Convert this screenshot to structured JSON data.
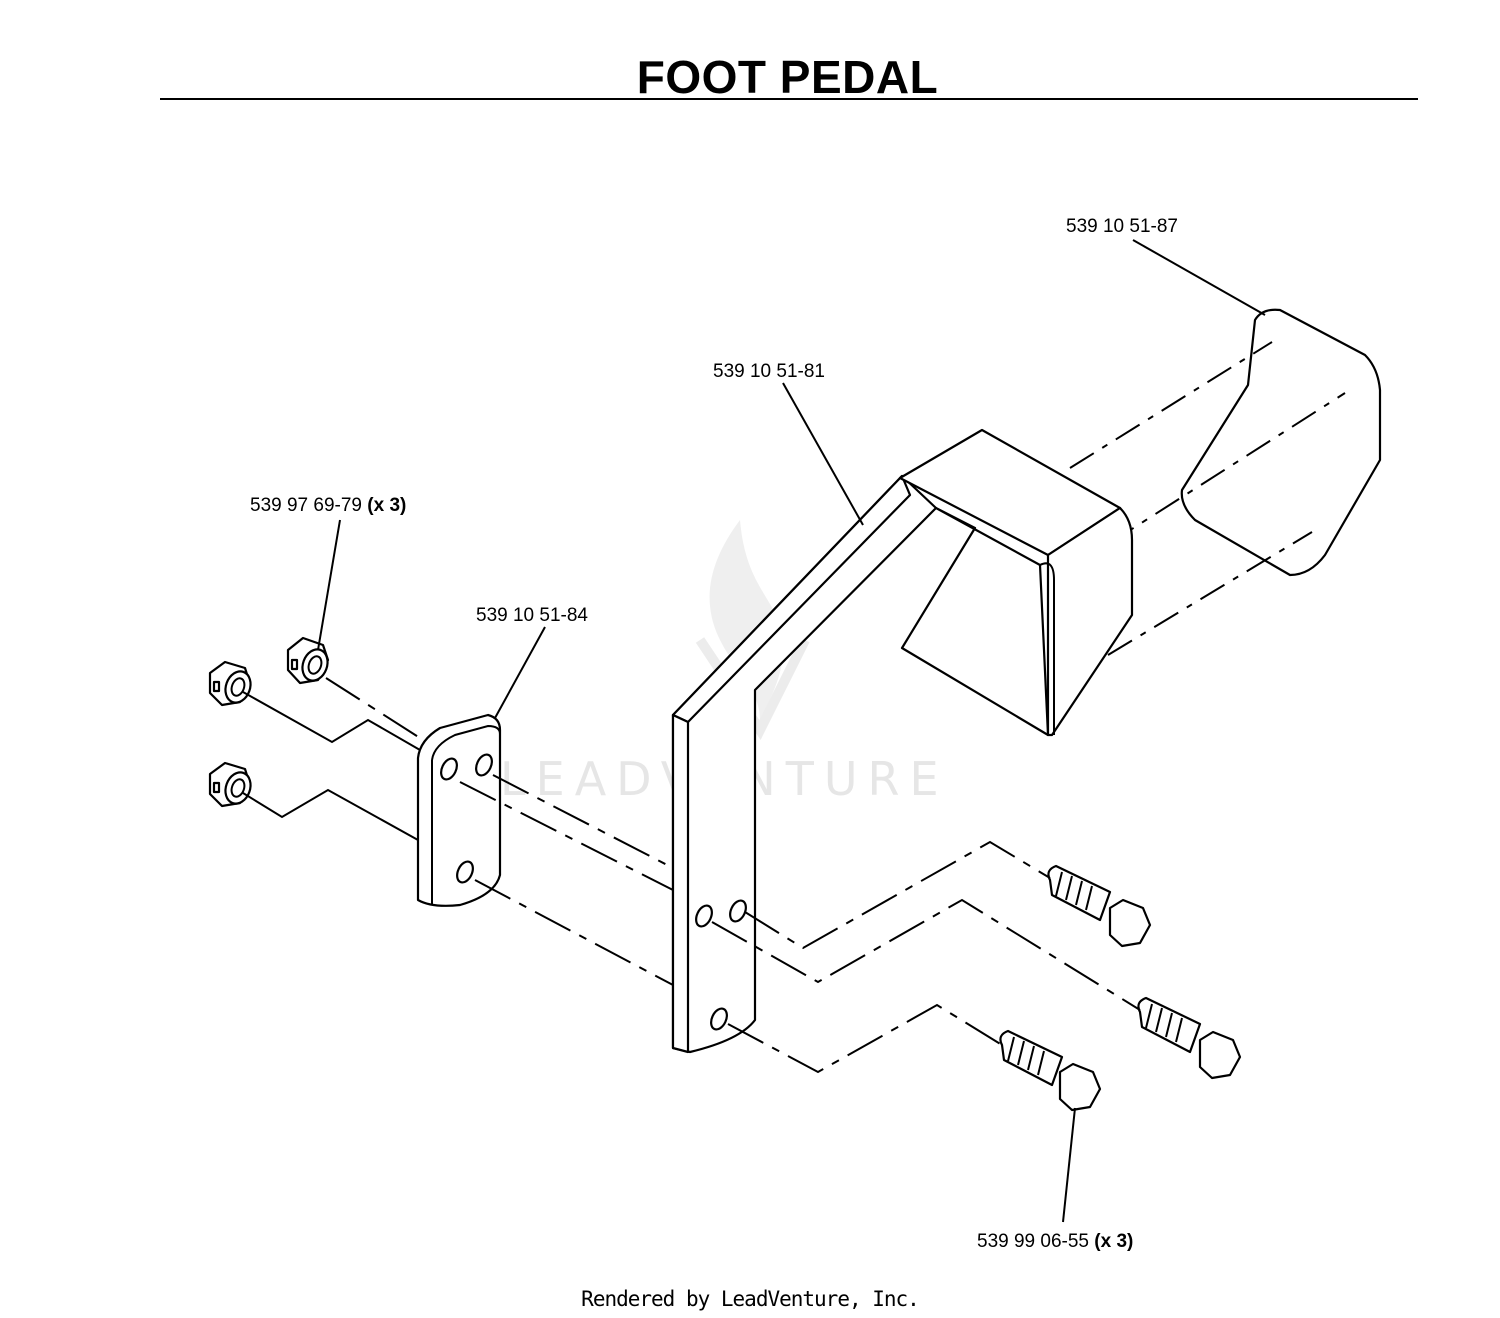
{
  "title": "FOOT PEDAL",
  "parts": [
    {
      "number": "539 10 51-87",
      "qty": ""
    },
    {
      "number": "539 10 51-81",
      "qty": ""
    },
    {
      "number": "539 97 69-79",
      "qty": "(x 3)"
    },
    {
      "number": "539 10 51-84",
      "qty": ""
    },
    {
      "number": "539 99 06-55",
      "qty": "(x 3)"
    }
  ],
  "watermark": "LEADVENTURE",
  "footer": "Rendered by LeadVenture, Inc."
}
